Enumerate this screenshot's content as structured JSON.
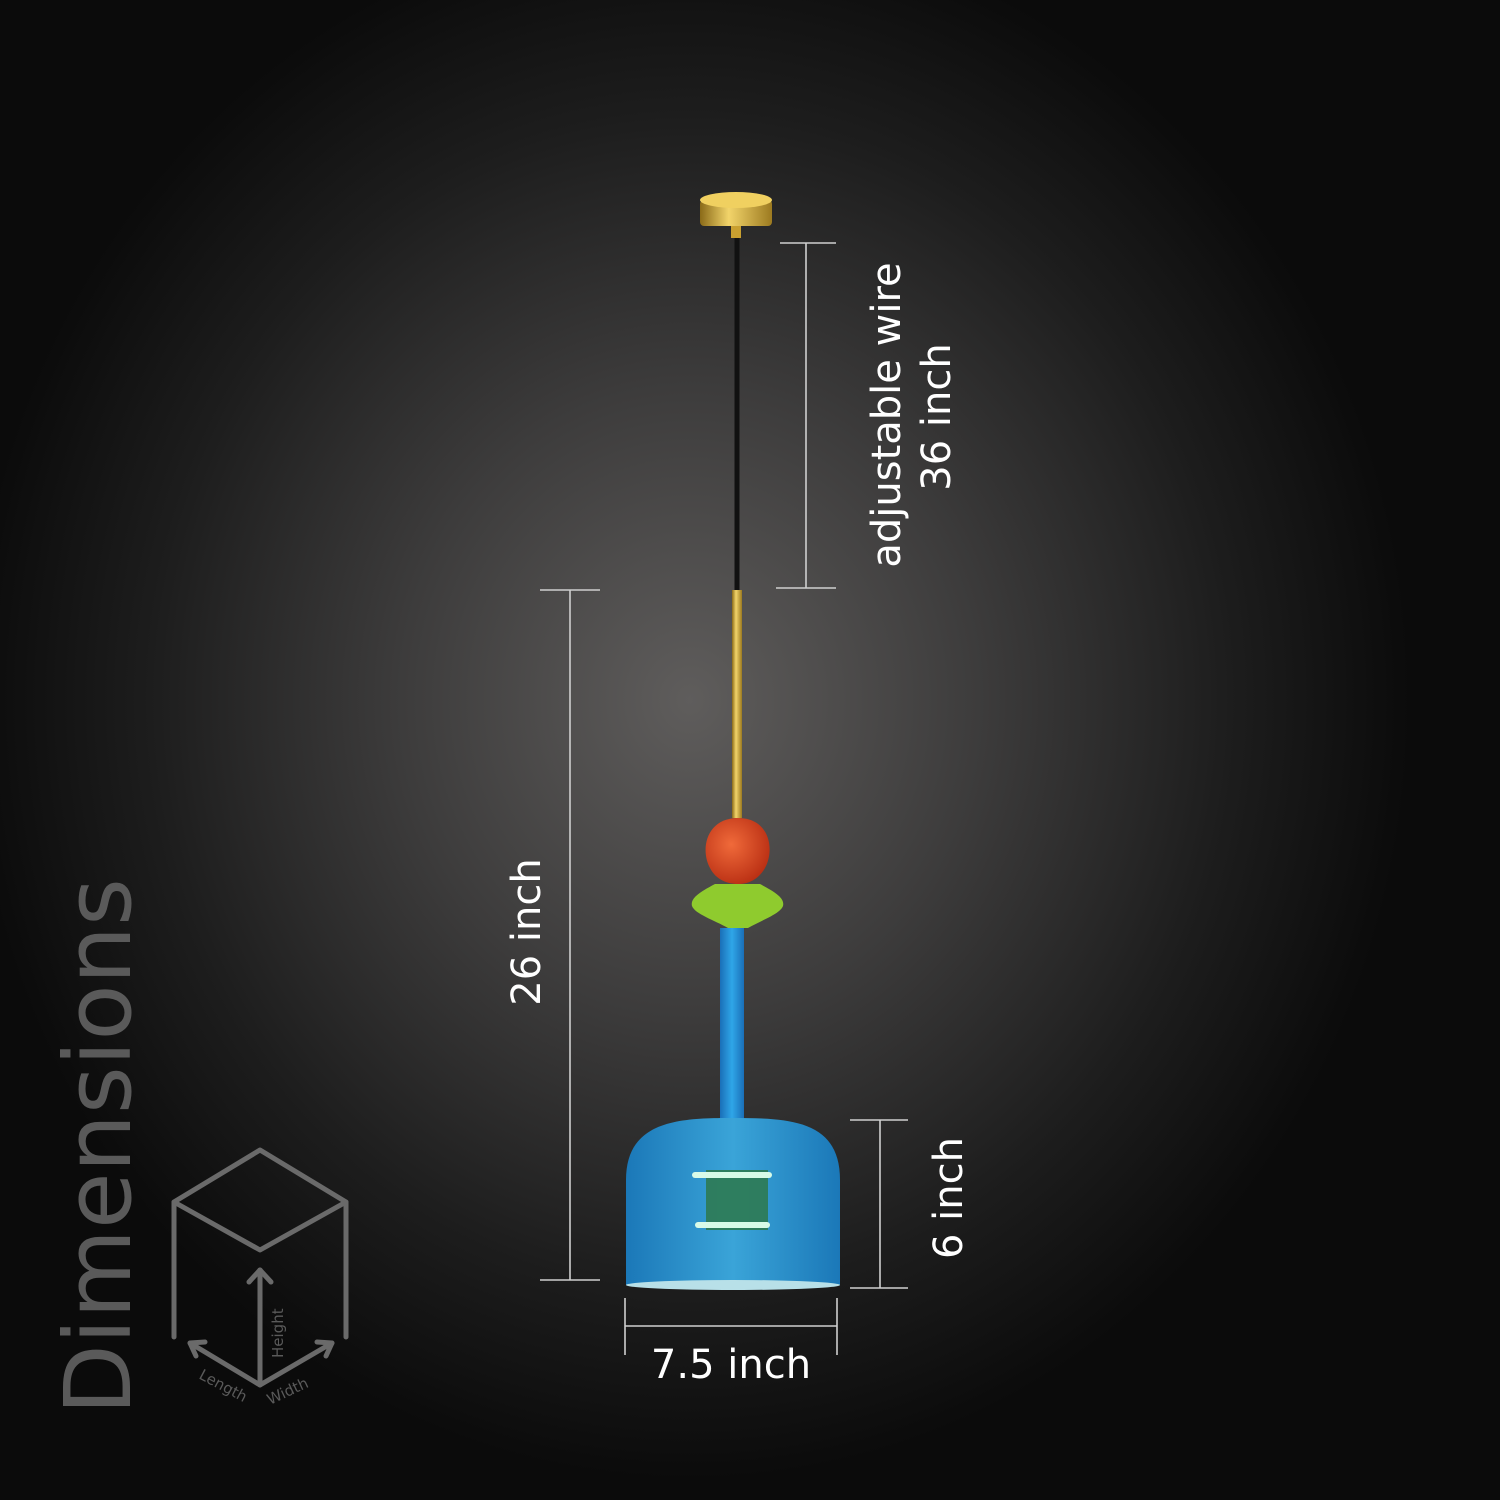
{
  "title": "Dimensions",
  "icon_labels": {
    "height": "Height",
    "length": "Length",
    "width": "Width"
  },
  "dimensions": {
    "wire_label": "adjustable wire",
    "wire_value": "36 inch",
    "total_height": "26 inch",
    "shade_height": "6 inch",
    "shade_width": "7.5 inch"
  },
  "colors": {
    "gold": "#d4ac3a",
    "red_glass": "#d8401e",
    "green_glass": "#9bd23a",
    "blue_glass": "#1f8fd8"
  }
}
